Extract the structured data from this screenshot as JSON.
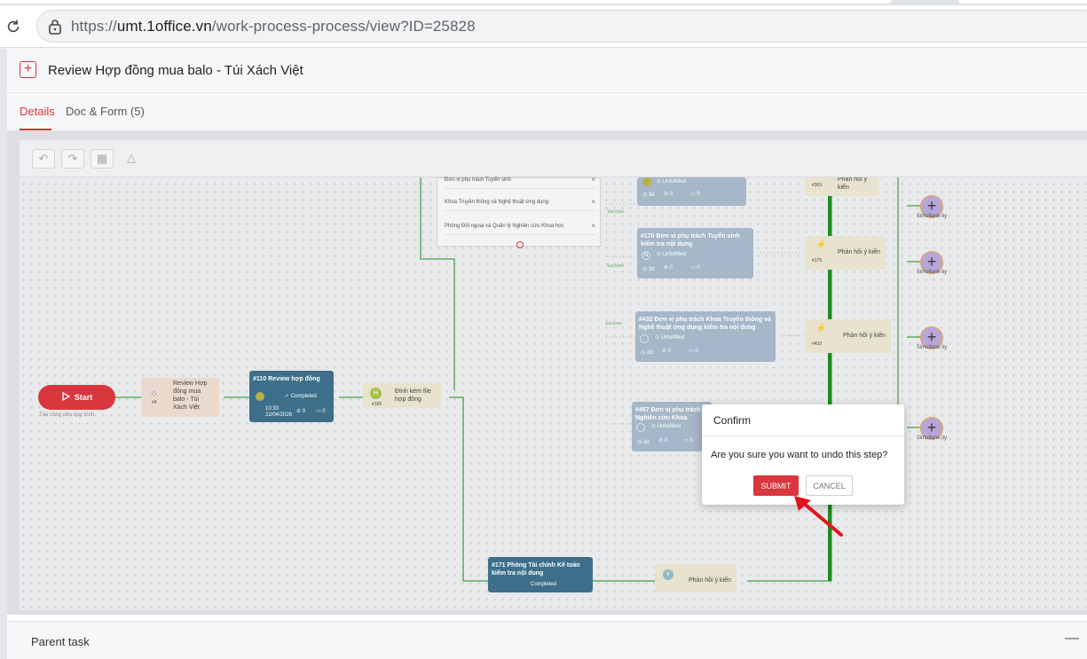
{
  "browser": {
    "url_prefix": "https://",
    "url_host": "umt.1office.vn",
    "url_path": "/work-process-process/view?ID=25828"
  },
  "header": {
    "title": "Review Hợp đồng mua balo - Túi Xách Việt"
  },
  "tabs": [
    {
      "label": "Details",
      "active": true
    },
    {
      "label": "Doc & Form (5)",
      "active": false
    }
  ],
  "diagram": {
    "start_label": "Start",
    "start_hint": "Tạo công việc quy trình",
    "node_review_small": {
      "title": "Review Hợp đồng mua balo - Túi Xách Việt",
      "id": "#4"
    },
    "node_review": {
      "title": "#110  Review hợp đồng",
      "status": "Completed",
      "time": "10:33",
      "date": "22/04/2026",
      "count_a": "0",
      "count_b": "0"
    },
    "node_attach": {
      "badge": "H",
      "title": "Đính kèm file hợp đồng",
      "id": "#165"
    },
    "form_rows": [
      "Đơn vị phụ trách Tuyển sinh",
      "Khoa Truyền thông và Nghệ thuật ứng dụng",
      "Phòng Đối ngoại và Quản lý Nghiên cứu Khoa học"
    ],
    "node_top": {
      "status": "Unfulfilled",
      "duration": "3d",
      "count_a": "0",
      "count_b": "0"
    },
    "node_170": {
      "title": "#170  Đơn vị phụ trách Tuyển sinh kiểm tra nội dung",
      "badge": "N",
      "status": "Unfulfilled",
      "duration": "3d",
      "count_a": "0",
      "count_b": "0"
    },
    "node_432": {
      "title": "#432  Đơn vị phụ trách Khoa Truyền thông và Nghệ thuật ứng dụng kiểm tra nội dung",
      "status": "Unfulfilled",
      "duration": "2d",
      "count_a": "0",
      "count_b": "0"
    },
    "node_457": {
      "title": "#457  Đơn vị phụ trách Nghiên cứu Khoa",
      "status": "Unfulfilled",
      "duration": "3d",
      "count_a": "0",
      "count_b": "0"
    },
    "node_171": {
      "title": "#171  Phòng Tài chính Kế toán kiểm tra nội dung",
      "status": "Completed"
    },
    "feedback_label": "Phản hồi ý kiến",
    "feedback_ids": [
      "#363",
      "#175",
      "#433"
    ],
    "feedback_v_badge": "V",
    "success_label": "Success",
    "simultaneity_label": "Simultane ity"
  },
  "dialog": {
    "title": "Confirm",
    "message": "Are you sure you want to undo this step?",
    "submit_label": "SUBMIT",
    "cancel_label": "CANCEL"
  },
  "parent_task": {
    "title": "Parent task",
    "collapse_symbol": "—"
  },
  "colors": {
    "accent": "#d9363e",
    "flow_green": "#1e8c1e"
  }
}
